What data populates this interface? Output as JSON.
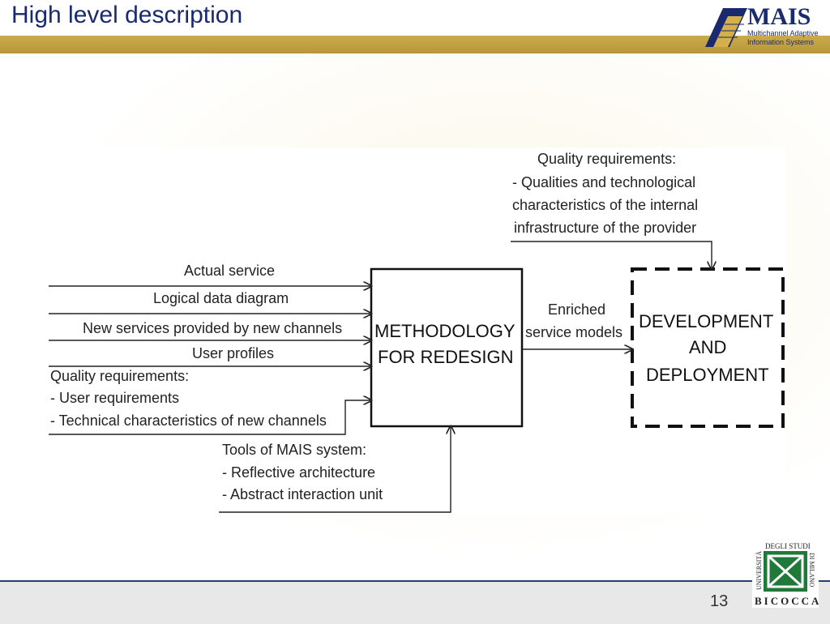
{
  "header": {
    "title": "High level description"
  },
  "logo": {
    "name": "MAIS",
    "subtitle_line1": "Multichannel Adaptive",
    "subtitle_line2": "Information Systems"
  },
  "diagram": {
    "top_note": [
      "Quality requirements:",
      "- Qualities and technological",
      "characteristics of the internal",
      "infrastructure of the provider"
    ],
    "inputs": [
      "Actual service",
      "Logical data diagram",
      "New services provided by new channels",
      "User profiles"
    ],
    "quality_block": [
      "Quality requirements:",
      "- User requirements",
      "- Technical characteristics of new channels"
    ],
    "tools_block": [
      "Tools of MAIS system:",
      "- Reflective architecture",
      "- Abstract interaction unit"
    ],
    "center_box": [
      "METHODOLOGY",
      "FOR REDESIGN"
    ],
    "output_label": [
      "Enriched",
      "service models"
    ],
    "right_box": [
      "DEVELOPMENT",
      "AND",
      "DEPLOYMENT"
    ]
  },
  "university": {
    "top": "DEGLI STUDI",
    "left": "UNIVERSITÀ",
    "right": "DI MILANO",
    "bottom": "BICOCCA"
  },
  "footer": {
    "page_number": "13"
  }
}
